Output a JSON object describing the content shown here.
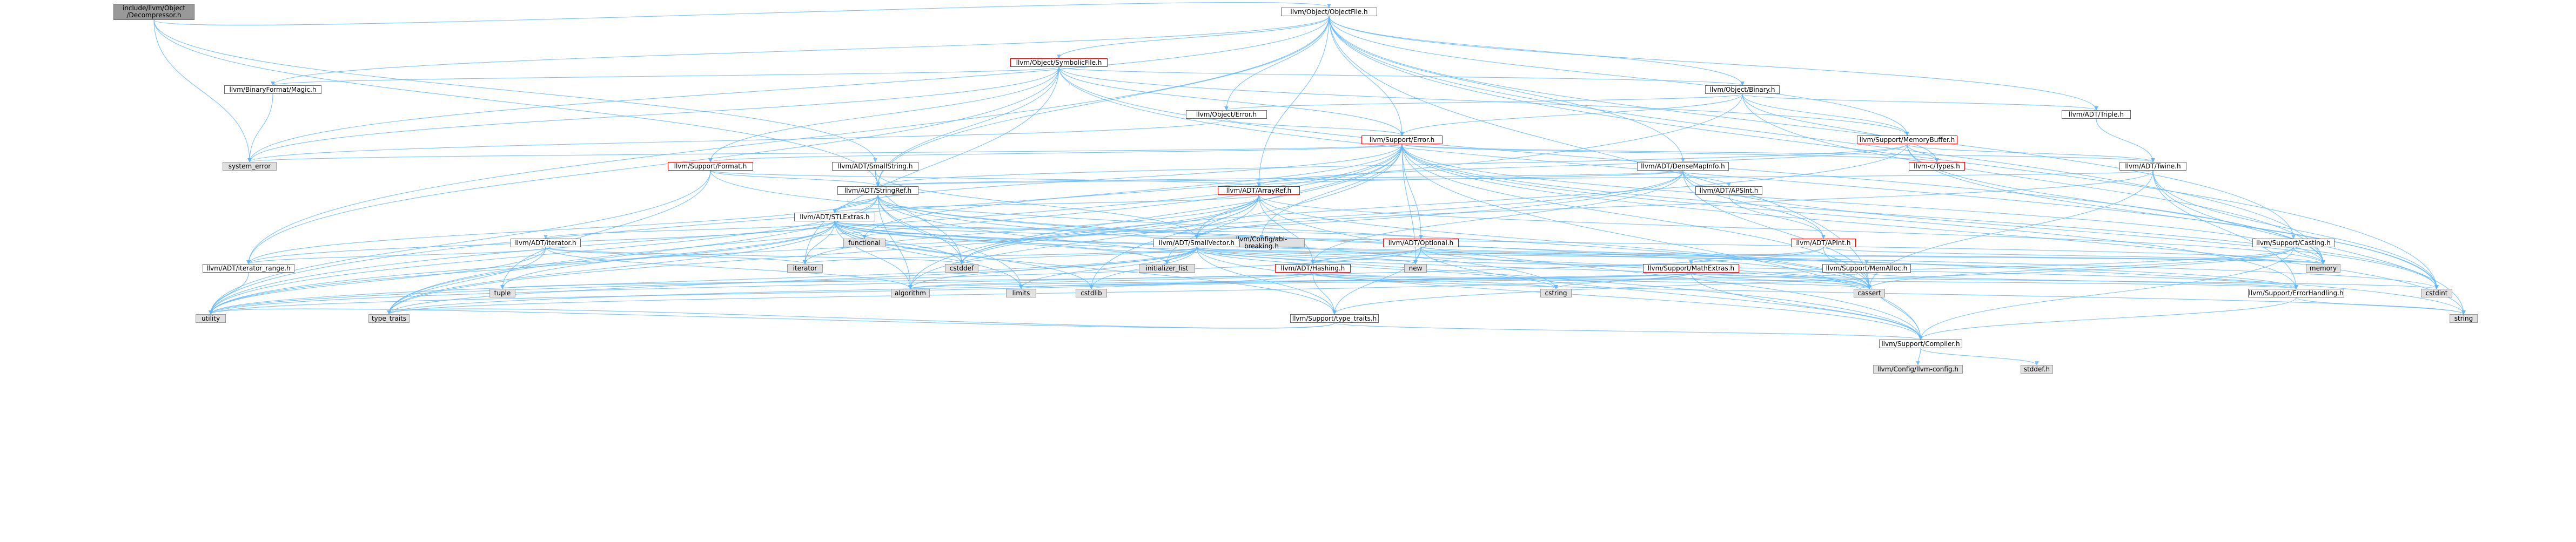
{
  "colors": {
    "edge": "#63b8ff",
    "node_border": "#666666",
    "external_fill": "#e0e0e0",
    "root_fill": "#999999",
    "truncated_border": "#ff0000"
  },
  "nodes": [
    {
      "id": "root",
      "label": "include/llvm/Object\n/Decompressor.h",
      "kind": "root"
    },
    {
      "id": "objectfile",
      "label": "llvm/Object/ObjectFile.h",
      "kind": "normal"
    },
    {
      "id": "symbolicfile",
      "label": "llvm/Object/SymbolicFile.h",
      "kind": "red"
    },
    {
      "id": "bfmagic",
      "label": "llvm/BinaryFormat/Magic.h",
      "kind": "normal"
    },
    {
      "id": "binary",
      "label": "llvm/Object/Binary.h",
      "kind": "normal"
    },
    {
      "id": "objerror",
      "label": "llvm/Object/Error.h",
      "kind": "normal"
    },
    {
      "id": "triple",
      "label": "llvm/ADT/Triple.h",
      "kind": "normal"
    },
    {
      "id": "memorybuffer",
      "label": "llvm/Support/MemoryBuffer.h",
      "kind": "red"
    },
    {
      "id": "error",
      "label": "llvm/Support/Error.h",
      "kind": "red"
    },
    {
      "id": "system_error",
      "label": "system_error",
      "kind": "ext"
    },
    {
      "id": "format",
      "label": "llvm/Support/Format.h",
      "kind": "red"
    },
    {
      "id": "smallstring",
      "label": "llvm/ADT/SmallString.h",
      "kind": "normal"
    },
    {
      "id": "ctypes",
      "label": "llvm-c/Types.h",
      "kind": "red"
    },
    {
      "id": "twine",
      "label": "llvm/ADT/Twine.h",
      "kind": "normal"
    },
    {
      "id": "densemapinfo",
      "label": "llvm/ADT/DenseMapInfo.h",
      "kind": "normal"
    },
    {
      "id": "stringref",
      "label": "llvm/ADT/StringRef.h",
      "kind": "normal"
    },
    {
      "id": "arrayref",
      "label": "llvm/ADT/ArrayRef.h",
      "kind": "red"
    },
    {
      "id": "apsint",
      "label": "llvm/ADT/APSInt.h",
      "kind": "normal"
    },
    {
      "id": "stlextras",
      "label": "llvm/ADT/STLExtras.h",
      "kind": "normal"
    },
    {
      "id": "functional",
      "label": "functional",
      "kind": "ext"
    },
    {
      "id": "abibreaking",
      "label": "llvm/Config/abi-breaking.h",
      "kind": "ext"
    },
    {
      "id": "apint",
      "label": "llvm/ADT/APInt.h",
      "kind": "red"
    },
    {
      "id": "casting",
      "label": "llvm/Support/Casting.h",
      "kind": "normal"
    },
    {
      "id": "iteratorh",
      "label": "llvm/ADT/iterator.h",
      "kind": "normal"
    },
    {
      "id": "smallvector",
      "label": "llvm/ADT/SmallVector.h",
      "kind": "normal"
    },
    {
      "id": "optional",
      "label": "llvm/ADT/Optional.h",
      "kind": "red"
    },
    {
      "id": "iterrange",
      "label": "llvm/ADT/iterator_range.h",
      "kind": "normal"
    },
    {
      "id": "iterator",
      "label": "iterator",
      "kind": "ext"
    },
    {
      "id": "cstddef",
      "label": "cstddef",
      "kind": "ext"
    },
    {
      "id": "initlist",
      "label": "initializer_list",
      "kind": "ext"
    },
    {
      "id": "hashing",
      "label": "llvm/ADT/Hashing.h",
      "kind": "red"
    },
    {
      "id": "new",
      "label": "new",
      "kind": "ext"
    },
    {
      "id": "mathextras",
      "label": "llvm/Support/MathExtras.h",
      "kind": "red"
    },
    {
      "id": "memalloc",
      "label": "llvm/Support/MemAlloc.h",
      "kind": "normal"
    },
    {
      "id": "memory",
      "label": "memory",
      "kind": "ext"
    },
    {
      "id": "tuple",
      "label": "tuple",
      "kind": "ext"
    },
    {
      "id": "algorithm",
      "label": "algorithm",
      "kind": "ext"
    },
    {
      "id": "limits",
      "label": "limits",
      "kind": "ext"
    },
    {
      "id": "cstdlib",
      "label": "cstdlib",
      "kind": "ext"
    },
    {
      "id": "cstring",
      "label": "cstring",
      "kind": "ext"
    },
    {
      "id": "cassert",
      "label": "cassert",
      "kind": "ext"
    },
    {
      "id": "cstdint",
      "label": "cstdint",
      "kind": "ext"
    },
    {
      "id": "errorhandling",
      "label": "llvm/Support/ErrorHandling.h",
      "kind": "normal"
    },
    {
      "id": "typetraits",
      "label": "llvm/Support/type_traits.h",
      "kind": "normal"
    },
    {
      "id": "utility",
      "label": "utility",
      "kind": "ext"
    },
    {
      "id": "type_traits",
      "label": "type_traits",
      "kind": "ext"
    },
    {
      "id": "compiler",
      "label": "llvm/Support/Compiler.h",
      "kind": "normal"
    },
    {
      "id": "string",
      "label": "string",
      "kind": "ext"
    },
    {
      "id": "llvmconfig",
      "label": "llvm/Config/llvm-config.h",
      "kind": "ext"
    },
    {
      "id": "stddef",
      "label": "stddef.h",
      "kind": "ext"
    }
  ],
  "edges": [
    [
      "root",
      "objectfile"
    ],
    [
      "root",
      "stringref"
    ],
    [
      "root",
      "smallstring"
    ],
    [
      "root",
      "system_error"
    ],
    [
      "objectfile",
      "symbolicfile"
    ],
    [
      "objectfile",
      "bfmagic"
    ],
    [
      "objectfile",
      "binary"
    ],
    [
      "objectfile",
      "objerror"
    ],
    [
      "objectfile",
      "triple"
    ],
    [
      "objectfile",
      "memorybuffer"
    ],
    [
      "objectfile",
      "error"
    ],
    [
      "objectfile",
      "casting"
    ],
    [
      "objectfile",
      "stringref"
    ],
    [
      "objectfile",
      "arrayref"
    ],
    [
      "objectfile",
      "iterrange"
    ],
    [
      "objectfile",
      "cassert"
    ],
    [
      "objectfile",
      "cstdint"
    ],
    [
      "objectfile",
      "memory"
    ],
    [
      "objectfile",
      "system_error"
    ],
    [
      "objectfile",
      "densemapinfo"
    ],
    [
      "symbolicfile",
      "bfmagic"
    ],
    [
      "symbolicfile",
      "binary"
    ],
    [
      "symbolicfile",
      "error"
    ],
    [
      "symbolicfile",
      "format"
    ],
    [
      "symbolicfile",
      "memorybuffer"
    ],
    [
      "symbolicfile",
      "stringref"
    ],
    [
      "symbolicfile",
      "iterrange"
    ],
    [
      "symbolicfile",
      "cinttypes"
    ],
    [
      "symbolicfile",
      "iterator"
    ],
    [
      "symbolicfile",
      "memory"
    ],
    [
      "symbolicfile",
      "cstdint"
    ],
    [
      "symbolicfile",
      "system_error"
    ],
    [
      "bfmagic",
      "system_error"
    ],
    [
      "binary",
      "ctypes"
    ],
    [
      "binary",
      "triple"
    ],
    [
      "binary",
      "objerror"
    ],
    [
      "binary",
      "error"
    ],
    [
      "binary",
      "memorybuffer"
    ],
    [
      "binary",
      "memory"
    ],
    [
      "binary",
      "utility"
    ],
    [
      "objerror",
      "error"
    ],
    [
      "objerror",
      "system_error"
    ],
    [
      "triple",
      "twine"
    ],
    [
      "memorybuffer",
      "ctypes"
    ],
    [
      "memorybuffer",
      "arrayref"
    ],
    [
      "memorybuffer",
      "stringref"
    ],
    [
      "memorybuffer",
      "twine"
    ],
    [
      "memorybuffer",
      "cstddef"
    ],
    [
      "memorybuffer",
      "cstdint"
    ],
    [
      "memorybuffer",
      "memory"
    ],
    [
      "error",
      "ctypes"
    ],
    [
      "error",
      "stlextras"
    ],
    [
      "error",
      "smallvector"
    ],
    [
      "error",
      "abibreaking"
    ],
    [
      "error",
      "compiler"
    ],
    [
      "error",
      "errorhandling"
    ],
    [
      "error",
      "format"
    ],
    [
      "error",
      "twine"
    ],
    [
      "error",
      "algorithm"
    ],
    [
      "error",
      "cassert"
    ],
    [
      "error",
      "cstdint"
    ],
    [
      "error",
      "cstdlib"
    ],
    [
      "error",
      "functional"
    ],
    [
      "error",
      "memory"
    ],
    [
      "error",
      "new"
    ],
    [
      "error",
      "string"
    ],
    [
      "error",
      "system_error"
    ],
    [
      "error",
      "type_traits"
    ],
    [
      "error",
      "utility"
    ],
    [
      "error",
      "optional"
    ],
    [
      "format",
      "arrayref"
    ],
    [
      "format",
      "stringref"
    ],
    [
      "format",
      "cassert"
    ],
    [
      "format",
      "cstdio"
    ],
    [
      "format",
      "tuple"
    ],
    [
      "format",
      "utility"
    ],
    [
      "smallstring",
      "smallvector"
    ],
    [
      "smallstring",
      "stringref"
    ],
    [
      "smallstring",
      "cstddef"
    ],
    [
      "twine",
      "smallvector"
    ],
    [
      "twine",
      "stringref"
    ],
    [
      "twine",
      "errorhandling"
    ],
    [
      "twine",
      "cassert"
    ],
    [
      "twine",
      "cstdint"
    ],
    [
      "twine",
      "string"
    ],
    [
      "densemapinfo",
      "apint"
    ],
    [
      "densemapinfo",
      "apsint"
    ],
    [
      "densemapinfo",
      "arrayref"
    ],
    [
      "densemapinfo",
      "hashing"
    ],
    [
      "densemapinfo",
      "stringref"
    ],
    [
      "densemapinfo",
      "cassert"
    ],
    [
      "densemapinfo",
      "cstddef"
    ],
    [
      "densemapinfo",
      "cstdint"
    ],
    [
      "densemapinfo",
      "utility"
    ],
    [
      "apsint",
      "apint"
    ],
    [
      "apint",
      "mathextras"
    ],
    [
      "apint",
      "cassert"
    ],
    [
      "apint",
      "memory"
    ],
    [
      "apint",
      "utility"
    ],
    [
      "apint",
      "climits"
    ],
    [
      "stringref",
      "stlextras"
    ],
    [
      "stringref",
      "iterrange"
    ],
    [
      "stringref",
      "compiler"
    ],
    [
      "stringref",
      "algorithm"
    ],
    [
      "stringref",
      "cassert"
    ],
    [
      "stringref",
      "cstddef"
    ],
    [
      "stringref",
      "cstring"
    ],
    [
      "stringref",
      "limits"
    ],
    [
      "stringref",
      "string"
    ],
    [
      "stringref",
      "type_traits"
    ],
    [
      "stringref",
      "utility"
    ],
    [
      "arrayref",
      "hashing"
    ],
    [
      "arrayref",
      "smallvector"
    ],
    [
      "arrayref",
      "stlextras"
    ],
    [
      "arrayref",
      "compiler"
    ],
    [
      "arrayref",
      "algorithm"
    ],
    [
      "arrayref",
      "array"
    ],
    [
      "arrayref",
      "cassert"
    ],
    [
      "arrayref",
      "cstddef"
    ],
    [
      "arrayref",
      "initlist"
    ],
    [
      "arrayref",
      "iterator"
    ],
    [
      "arrayref",
      "memory"
    ],
    [
      "arrayref",
      "type_traits"
    ],
    [
      "arrayref",
      "vector"
    ],
    [
      "stlextras",
      "abibreaking"
    ],
    [
      "stlextras",
      "optional"
    ],
    [
      "stlextras",
      "iteratorh"
    ],
    [
      "stlextras",
      "iterrange"
    ],
    [
      "stlextras",
      "errorhandling"
    ],
    [
      "stlextras",
      "algorithm"
    ],
    [
      "stlextras",
      "cassert"
    ],
    [
      "stlextras",
      "cstddef"
    ],
    [
      "stlextras",
      "cstdint"
    ],
    [
      "stlextras",
      "cstdlib"
    ],
    [
      "stlextras",
      "functional"
    ],
    [
      "stlextras",
      "initlist"
    ],
    [
      "stlextras",
      "iterator"
    ],
    [
      "stlextras",
      "limits"
    ],
    [
      "stlextras",
      "memory"
    ],
    [
      "stlextras",
      "tuple"
    ],
    [
      "stlextras",
      "type_traits"
    ],
    [
      "stlextras",
      "utility"
    ],
    [
      "stlextras",
      "typetraits"
    ],
    [
      "iteratorh",
      "iterrange"
    ],
    [
      "iteratorh",
      "algorithm"
    ],
    [
      "iteratorh",
      "cstddef"
    ],
    [
      "iteratorh",
      "iterator"
    ],
    [
      "iteratorh",
      "type_traits"
    ],
    [
      "iteratorh",
      "utility"
    ],
    [
      "smallvector",
      "compiler"
    ],
    [
      "smallvector",
      "errorhandling"
    ],
    [
      "smallvector",
      "memalloc"
    ],
    [
      "smallvector",
      "typetraits"
    ],
    [
      "smallvector",
      "algorithm"
    ],
    [
      "smallvector",
      "cassert"
    ],
    [
      "smallvector",
      "cstddef"
    ],
    [
      "smallvector",
      "cstdlib"
    ],
    [
      "smallvector",
      "cstring"
    ],
    [
      "smallvector",
      "functional"
    ],
    [
      "smallvector",
      "initlist"
    ],
    [
      "smallvector",
      "iterator"
    ],
    [
      "smallvector",
      "limits"
    ],
    [
      "smallvector",
      "memory"
    ],
    [
      "smallvector",
      "new"
    ],
    [
      "smallvector",
      "type_traits"
    ],
    [
      "smallvector",
      "utility"
    ],
    [
      "optional",
      "hashing"
    ],
    [
      "optional",
      "compiler"
    ],
    [
      "optional",
      "typetraits"
    ],
    [
      "optional",
      "cassert"
    ],
    [
      "optional",
      "memory"
    ],
    [
      "optional",
      "new"
    ],
    [
      "optional",
      "utility"
    ],
    [
      "hashing",
      "errorhandling"
    ],
    [
      "hashing",
      "typetraits"
    ],
    [
      "hashing",
      "algorithm"
    ],
    [
      "hashing",
      "cassert"
    ],
    [
      "hashing",
      "cstring"
    ],
    [
      "hashing",
      "string"
    ],
    [
      "hashing",
      "tuple"
    ],
    [
      "hashing",
      "utility"
    ],
    [
      "mathextras",
      "compiler"
    ],
    [
      "mathextras",
      "algorithm"
    ],
    [
      "mathextras",
      "cassert"
    ],
    [
      "mathextras",
      "climits"
    ],
    [
      "mathextras",
      "cstring"
    ],
    [
      "mathextras",
      "limits"
    ],
    [
      "mathextras",
      "type_traits"
    ],
    [
      "mathextras",
      "cstdint"
    ],
    [
      "memalloc",
      "compiler"
    ],
    [
      "memalloc",
      "errorhandling"
    ],
    [
      "memalloc",
      "cstdlib"
    ],
    [
      "casting",
      "compiler"
    ],
    [
      "casting",
      "typetraits"
    ],
    [
      "casting",
      "cassert"
    ],
    [
      "casting",
      "memory"
    ],
    [
      "casting",
      "type_traits"
    ],
    [
      "iterrange",
      "utility"
    ],
    [
      "errorhandling",
      "compiler"
    ],
    [
      "errorhandling",
      "string"
    ],
    [
      "typetraits",
      "compiler"
    ],
    [
      "typetraits",
      "type_traits"
    ],
    [
      "typetraits",
      "utility"
    ],
    [
      "compiler",
      "llvmconfig"
    ],
    [
      "compiler",
      "stddef"
    ]
  ]
}
